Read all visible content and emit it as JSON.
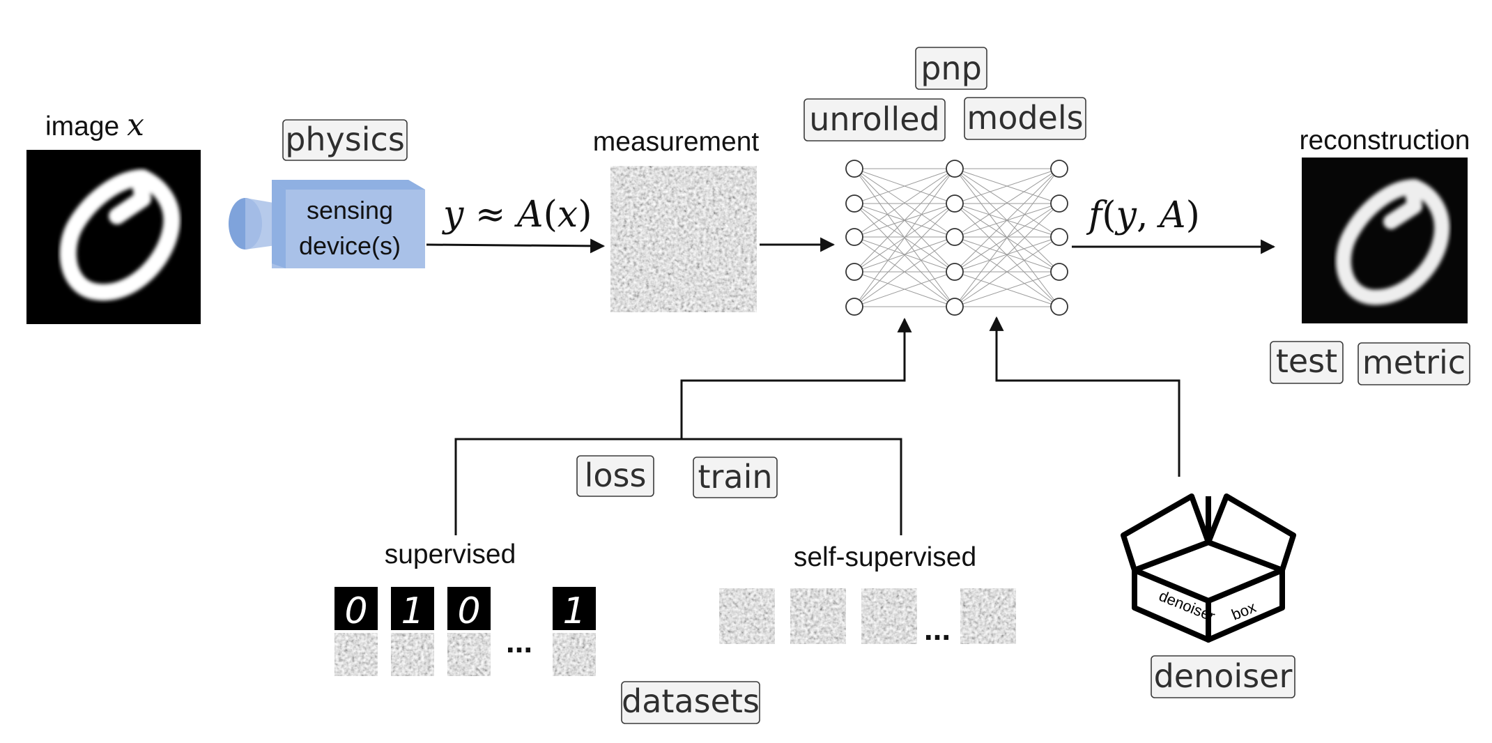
{
  "labels": {
    "image_text": "image",
    "image_var": "x",
    "measurement": "measurement",
    "reconstruction": "reconstruction",
    "sensing_line1": "sensing",
    "sensing_line2": "device(s)",
    "supervised": "supervised",
    "self_supervised": "self-supervised",
    "box_left": "denoiser",
    "box_right": "box"
  },
  "math": {
    "forward_y": "y",
    "forward_approx": " ≈ ",
    "forward_A": "A",
    "forward_open": "(",
    "forward_x": "x",
    "forward_close": ")",
    "recon_f": "f",
    "recon_open": "(",
    "recon_y": "y",
    "recon_comma": ", ",
    "recon_A": "A",
    "recon_close": ")"
  },
  "tags": {
    "physics": "physics",
    "pnp": "pnp",
    "unrolled": "unrolled",
    "models": "models",
    "test": "test",
    "metric": "metric",
    "loss": "loss",
    "train": "train",
    "datasets": "datasets",
    "denoiser": "denoiser"
  },
  "ellipsis": {
    "supervised": "...",
    "self_supervised": "..."
  },
  "supervised_digits": [
    "0",
    "1",
    "0",
    "1"
  ],
  "colors": {
    "camera_fill": "#a9c1e8",
    "camera_lens": "#7fa3db",
    "tag_fill": "#f3f3f3",
    "noise_gray": "#888888"
  }
}
